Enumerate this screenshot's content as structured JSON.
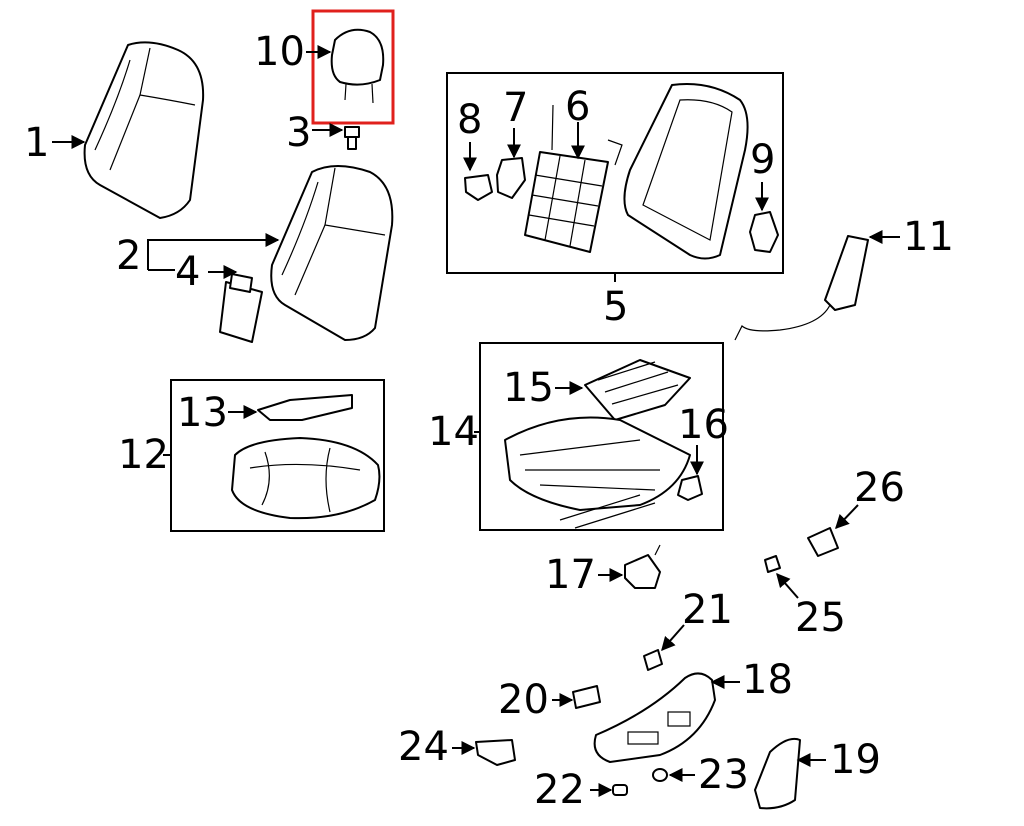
{
  "labels": {
    "p1": "1",
    "p2": "2",
    "p3": "3",
    "p4": "4",
    "p5": "5",
    "p6": "6",
    "p7": "7",
    "p8": "8",
    "p9": "9",
    "p10": "10",
    "p11": "11",
    "p12": "12",
    "p13": "13",
    "p14": "14",
    "p15": "15",
    "p16": "16",
    "p17": "17",
    "p18": "18",
    "p19": "19",
    "p20": "20",
    "p21": "21",
    "p22": "22",
    "p23": "23",
    "p24": "24",
    "p25": "25",
    "p26": "26"
  },
  "colors": {
    "highlight": "#e0201c",
    "line": "#000000",
    "background": "#ffffff"
  },
  "highlighted_part": "10"
}
